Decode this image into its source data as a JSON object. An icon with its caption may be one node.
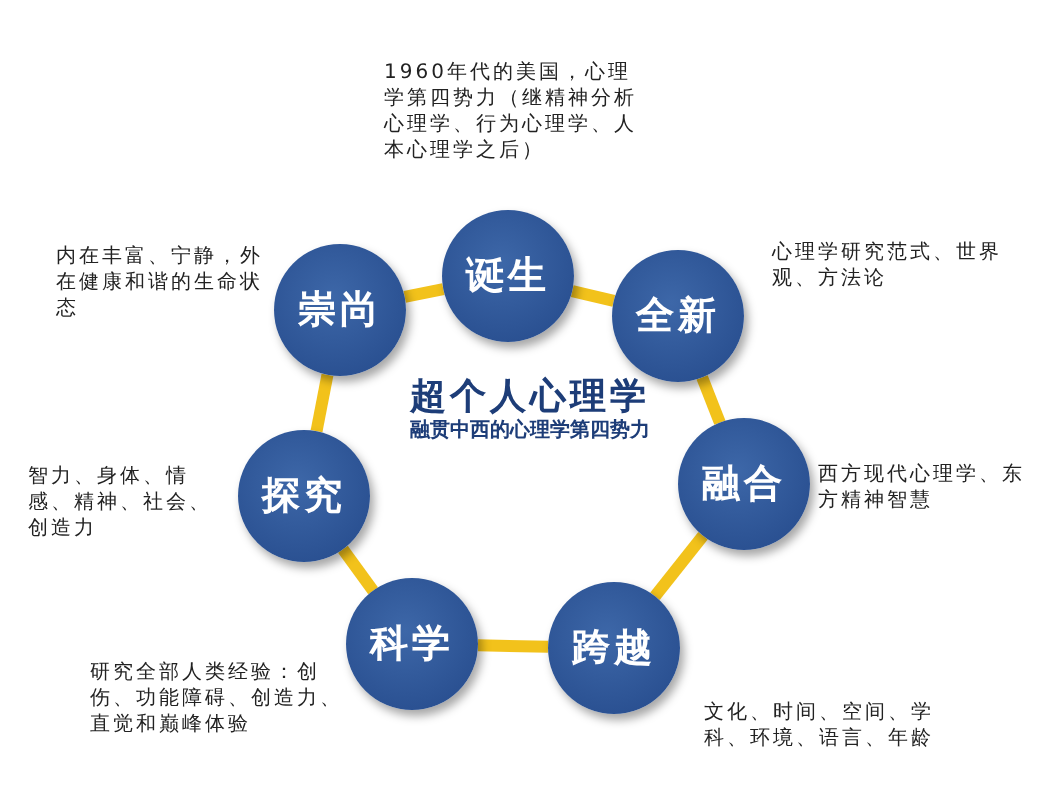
{
  "diagram": {
    "title": "超个人心理学",
    "nodes": [
      {
        "text": [
          "诞生"
        ],
        "beside": [
          "1960年代的美国，心理学第四势力（继精神分析心理学、行为心理学、人本心理学之后）"
        ]
      },
      {
        "text": [
          "全新"
        ],
        "beside": [
          "心理学研究范式、世界观、方法论"
        ]
      },
      {
        "text": [
          "融合"
        ],
        "beside": [
          "西方现代心理学、东方精神智慧"
        ]
      },
      {
        "text": [
          "跨越"
        ],
        "beside": [
          "文化、时间、空间、学科、环境、语言、年龄"
        ]
      },
      {
        "text": [
          "科学"
        ],
        "beside": [
          "研究全部人类经验：创伤、功能障碍、创造力、直觉和巅峰体验"
        ]
      },
      {
        "text": [
          "探究"
        ],
        "beside": [
          "智力、身体、情感、精神、社会、创造力"
        ]
      },
      {
        "text": [
          "崇尚"
        ],
        "beside": [
          "内在丰富、宁静，外在健康和谐的生命状态"
        ]
      }
    ],
    "edges": [
      {
        "from": 0,
        "to": 1,
        "arrow": "none"
      },
      {
        "from": 1,
        "to": 2,
        "arrow": "none"
      },
      {
        "from": 2,
        "to": 3,
        "arrow": "none"
      },
      {
        "from": 3,
        "to": 4,
        "arrow": "none"
      },
      {
        "from": 4,
        "to": 5,
        "arrow": "none"
      },
      {
        "from": 5,
        "to": 6,
        "arrow": "none"
      },
      {
        "from": 6,
        "to": 0,
        "arrow": "none"
      }
    ],
    "labels": [
      "融贯中西的心理学第四势力"
    ]
  }
}
